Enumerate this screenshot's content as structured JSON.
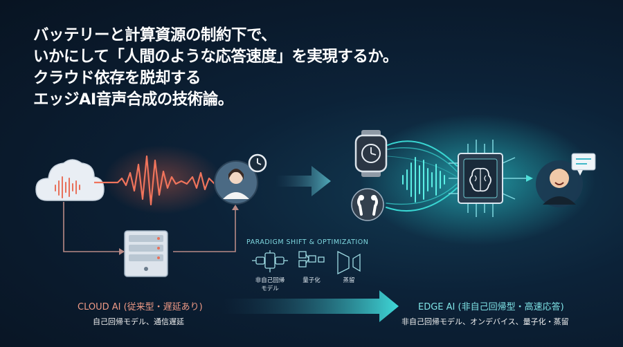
{
  "headline": {
    "line1": "バッテリーと計算資源の制約下で、",
    "line2": "いかにして「人間のような応答速度」を実現するか。",
    "line3": "クラウド依存を脱却する",
    "line4": "エッジAI音声合成の技術論。"
  },
  "paradigm_label": "PARADIGM SHIFT & OPTIMIZATION",
  "techniques": [
    {
      "label_line1": "非自己回帰",
      "label_line2": "モデル",
      "icon": "network-icon"
    },
    {
      "label_line1": "量子化",
      "label_line2": "",
      "icon": "quantization-icon"
    },
    {
      "label_line1": "蒸留",
      "label_line2": "",
      "icon": "distillation-icon"
    }
  ],
  "cloud": {
    "title": "CLOUD AI (従来型・遅延あり)",
    "subtitle": "自己回帰モデル、通信遅延"
  },
  "edge": {
    "title": "EDGE AI (非自己回帰型・高速応答)",
    "subtitle": "非自己回帰モデル、オンデバイス、量子化・蒸留"
  },
  "colors": {
    "cloud_accent": "#e8705a",
    "edge_accent": "#3fd8d8",
    "background": "#0c2238"
  }
}
